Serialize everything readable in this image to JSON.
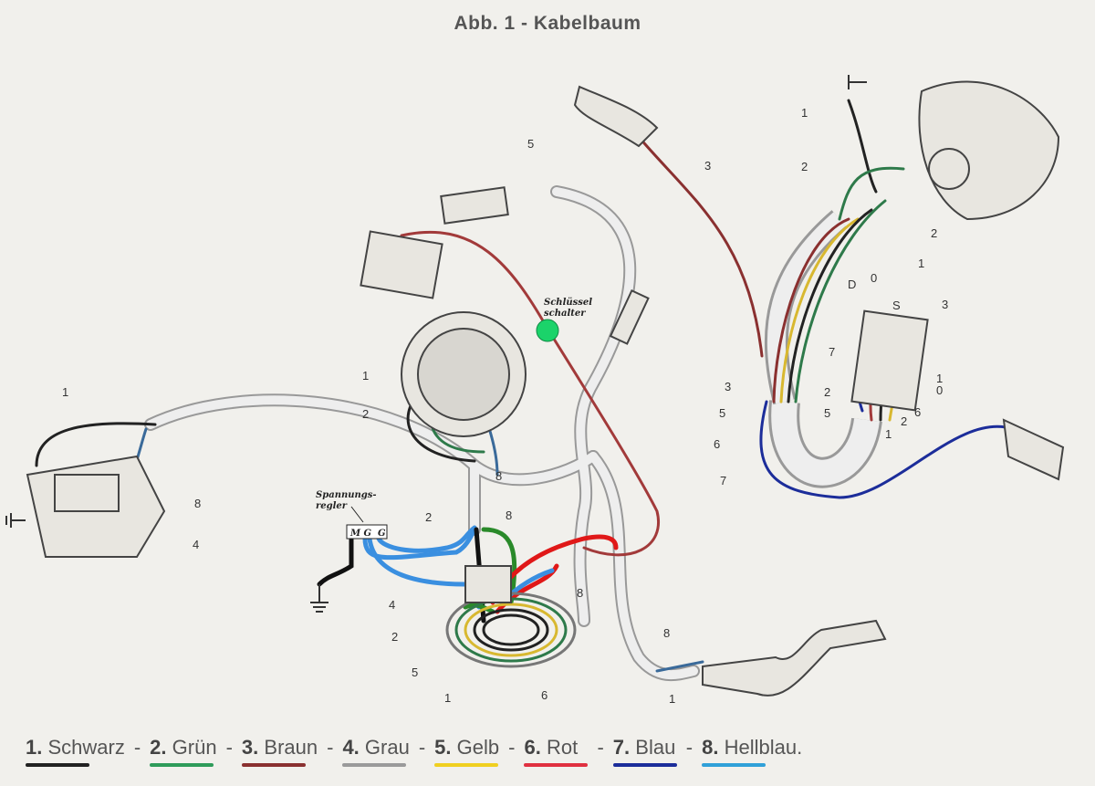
{
  "title": "Abb. 1 - Kabelbaum",
  "annotations": {
    "key_switch": [
      "Schlüssel",
      "schalter"
    ],
    "regulator": [
      "Spannungs-",
      "regler"
    ],
    "regulator_terminals": "M G  G"
  },
  "labels": [
    "1",
    "2",
    "8",
    "1",
    "8",
    "4",
    "5",
    "3",
    "1",
    "2",
    "2",
    "1",
    "D",
    "0",
    "S",
    "3",
    "7",
    "1",
    "0",
    "6",
    "2",
    "5",
    "1",
    "3",
    "2",
    "5",
    "6",
    "7",
    "2",
    "8",
    "8",
    "4",
    "2",
    "5",
    "1",
    "6",
    "8",
    "1"
  ],
  "legend": [
    {
      "num": "1.",
      "name": "Schwarz",
      "color": "#222222"
    },
    {
      "num": "2.",
      "name": "Grün",
      "color": "#2e9b5a"
    },
    {
      "num": "3.",
      "name": "Braun",
      "color": "#8a3030"
    },
    {
      "num": "4.",
      "name": "Grau",
      "color": "#9a9a9a"
    },
    {
      "num": "5.",
      "name": "Gelb",
      "color": "#f0d020"
    },
    {
      "num": "6.",
      "name": "Rot",
      "color": "#e03040"
    },
    {
      "num": "7.",
      "name": "Blau",
      "color": "#1c2d9a"
    },
    {
      "num": "8.",
      "name": "Hellblau.",
      "color": "#30a0d8"
    }
  ],
  "legend_separator": "-"
}
